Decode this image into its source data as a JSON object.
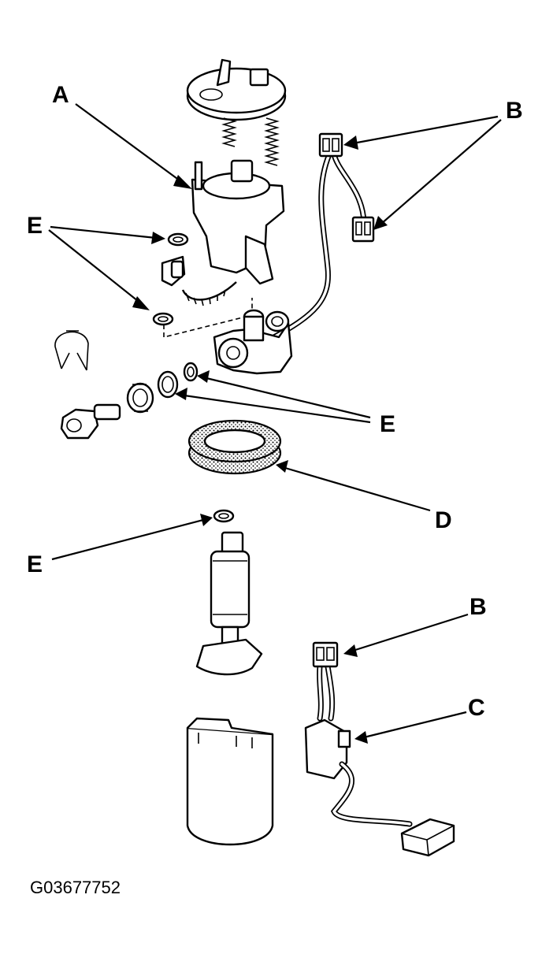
{
  "callouts": {
    "a": "A",
    "b_top": "B",
    "e_left": "E",
    "e_mid": "E",
    "d": "D",
    "e_low": "E",
    "b_low": "B",
    "c": "C"
  },
  "figure_id": "G03677752"
}
